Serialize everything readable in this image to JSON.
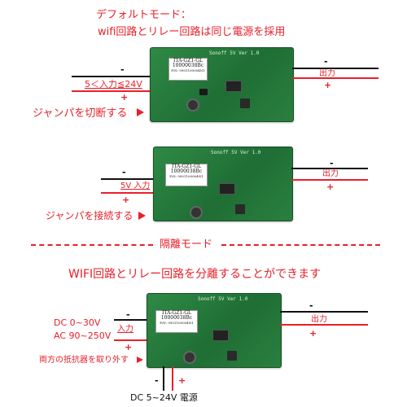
{
  "section1": {
    "title": "デフォルトモード：",
    "subtitle": "wifi回路とリレー回路は同じ電源を採用",
    "input_label": "5＜入力≦24V",
    "output_label": "出力",
    "jumper_note": "ジャンパを切断する",
    "minus": "-",
    "plus": "+"
  },
  "section2": {
    "input_label": "5V 入力",
    "output_label": "出力",
    "jumper_note": "ジャンパを接続する",
    "minus": "-",
    "plus": "+"
  },
  "section3": {
    "title": "隔離モード",
    "subtitle": "WIFI回路とリレー回路を分離することができます",
    "dc_range": "DC 0~30V",
    "ac_range": "AC 90~250V",
    "input_label": "入力",
    "output_label": "出力",
    "resistor_note": "両方の抵抗器を取り外す",
    "power_label": "DC 5~24V 電源",
    "minus": "-",
    "plus": "+"
  },
  "board": {
    "brand": "Sonoff 5V Ver 1.0",
    "module_line1": "ITA-GZ1-GL",
    "module_line2": "10000038Bc",
    "module_line3": "P/N: 9901100004N1"
  },
  "colors": {
    "accent_red": "#e8202a",
    "board_green": "#2a7f3f"
  }
}
